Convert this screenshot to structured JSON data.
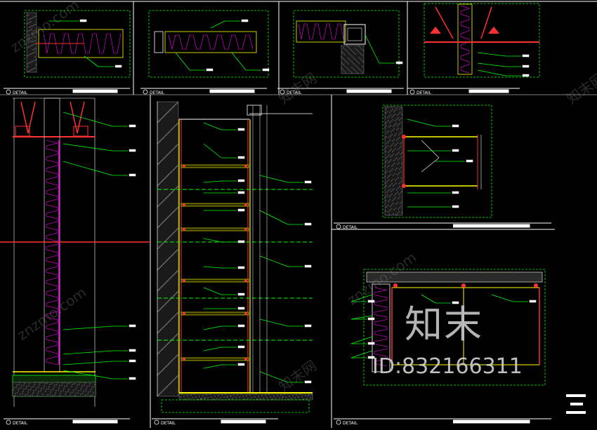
{
  "watermark": {
    "brand_cn": "知末",
    "id_text": "ID:832166311",
    "site_tiles": [
      "znzmo.com",
      "znzmo.com",
      "znzmo.com",
      "知末网",
      "知末网",
      "知末网"
    ]
  },
  "title_blocks": [
    {
      "label": "DETAIL"
    },
    {
      "label": "DETAIL"
    },
    {
      "label": "DETAIL"
    },
    {
      "label": "DETAIL"
    },
    {
      "label": "DETAIL"
    },
    {
      "label": "DETAIL"
    },
    {
      "label": "DETAIL"
    },
    {
      "label": "DETAIL"
    }
  ],
  "colors": {
    "background": "#000000",
    "frame": "#ffffff",
    "border_green": "#00ff00",
    "section_red": "#ff3030",
    "insulation_magenta": "#ff00ff",
    "yellow": "#ffff00",
    "tag_white": "#ffffff"
  },
  "icons": [
    "hatch-wall",
    "insulation-zigzag",
    "red-column",
    "leader-tag"
  ]
}
